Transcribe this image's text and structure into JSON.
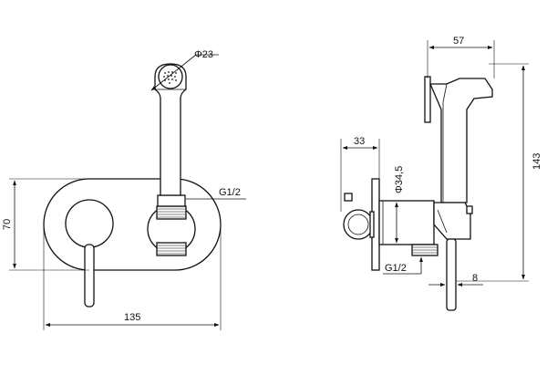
{
  "front_view": {
    "dim_width": "135",
    "dim_height": "70",
    "dim_head_diameter": "Φ23",
    "thread_label": "G1/2"
  },
  "side_view": {
    "dim_width": "57",
    "dim_height": "143",
    "dim_depth": "33",
    "dim_diameter": "Φ34,5",
    "thread_label": "G1/2",
    "dim_pipe": "8"
  },
  "colors": {
    "line": "#111111",
    "background": "#ffffff"
  }
}
